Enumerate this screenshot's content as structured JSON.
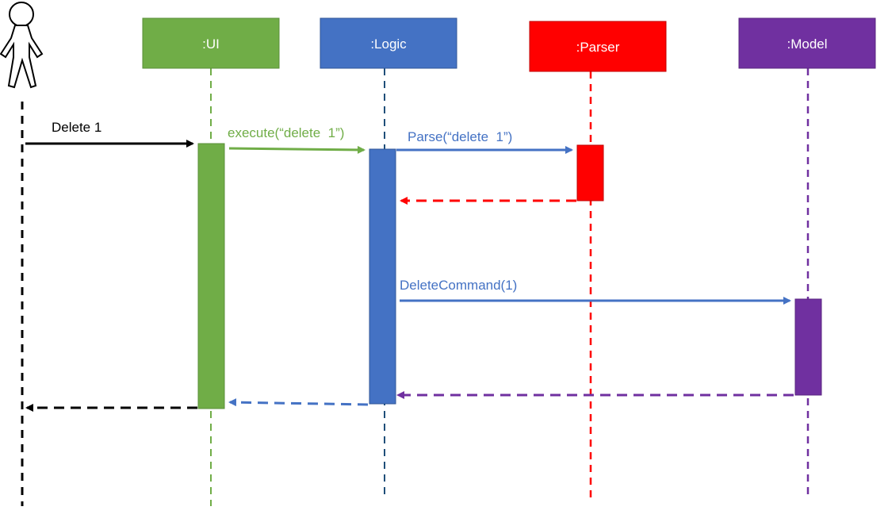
{
  "participants": {
    "ui": {
      "label": ":UI",
      "fill": "#70ad47",
      "text_color": "#ffffff",
      "line_color": "#70ad47"
    },
    "logic": {
      "label": ":Logic",
      "fill": "#4472c4",
      "text_color": "#ffffff",
      "line_color": "#1f4e79"
    },
    "parser": {
      "label": ":Parser",
      "fill": "#ff0000",
      "text_color": "#ffffff",
      "line_color": "#ff0000"
    },
    "model": {
      "label": ":Model",
      "fill": "#7030a0",
      "text_color": "#ffffff",
      "line_color": "#7030a0"
    }
  },
  "actor": {
    "icon": "stick-figure-icon",
    "line_color": "#000000"
  },
  "messages": {
    "user_to_ui": {
      "label": "Delete 1",
      "color": "#000000"
    },
    "ui_to_logic": {
      "label": "execute(“delete  1”)",
      "color": "#70ad47"
    },
    "logic_to_parser": {
      "label": "Parse(“delete  1”)",
      "color": "#4472c4"
    },
    "logic_to_model": {
      "label": "DeleteCommand(1)",
      "color": "#4472c4"
    },
    "parser_return": {
      "label": "",
      "color": "#ff0000"
    },
    "model_return": {
      "label": "",
      "color": "#7030a0"
    },
    "logic_return": {
      "label": "",
      "color": "#4472c4"
    },
    "ui_return": {
      "label": "",
      "color": "#000000"
    }
  }
}
